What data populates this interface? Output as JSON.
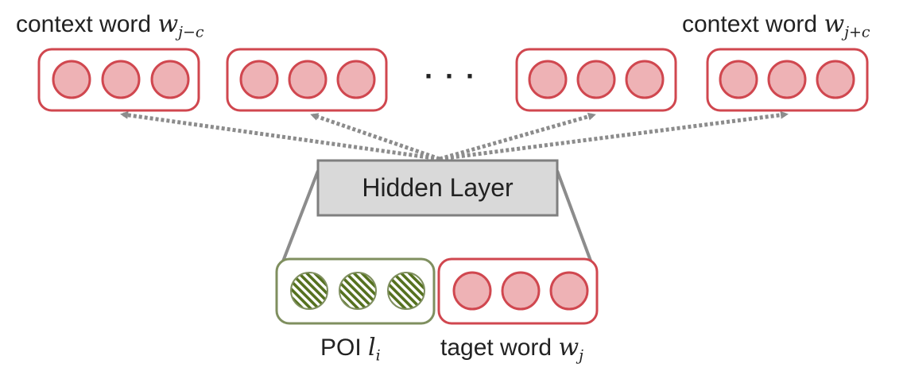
{
  "labels": {
    "context_left": "context word",
    "context_left_var": "w",
    "context_left_sub": "j−c",
    "context_right": "context word",
    "context_right_var": "w",
    "context_right_sub": "j+c",
    "ellipsis": "· · ·",
    "hidden_layer": "Hidden Layer",
    "poi": "POI",
    "poi_var": "l",
    "poi_sub": "i",
    "target": "taget word",
    "target_var": "w",
    "target_sub": "j"
  },
  "colors": {
    "word_border": "#d0474f",
    "word_fill": "#eeb2b5",
    "poi_border": "#7f8f5f",
    "poi_stripe": "#55711f",
    "hidden_fill": "#d9d9d9",
    "hidden_border": "#7f7f7f",
    "arrow": "#8c8c8c"
  }
}
